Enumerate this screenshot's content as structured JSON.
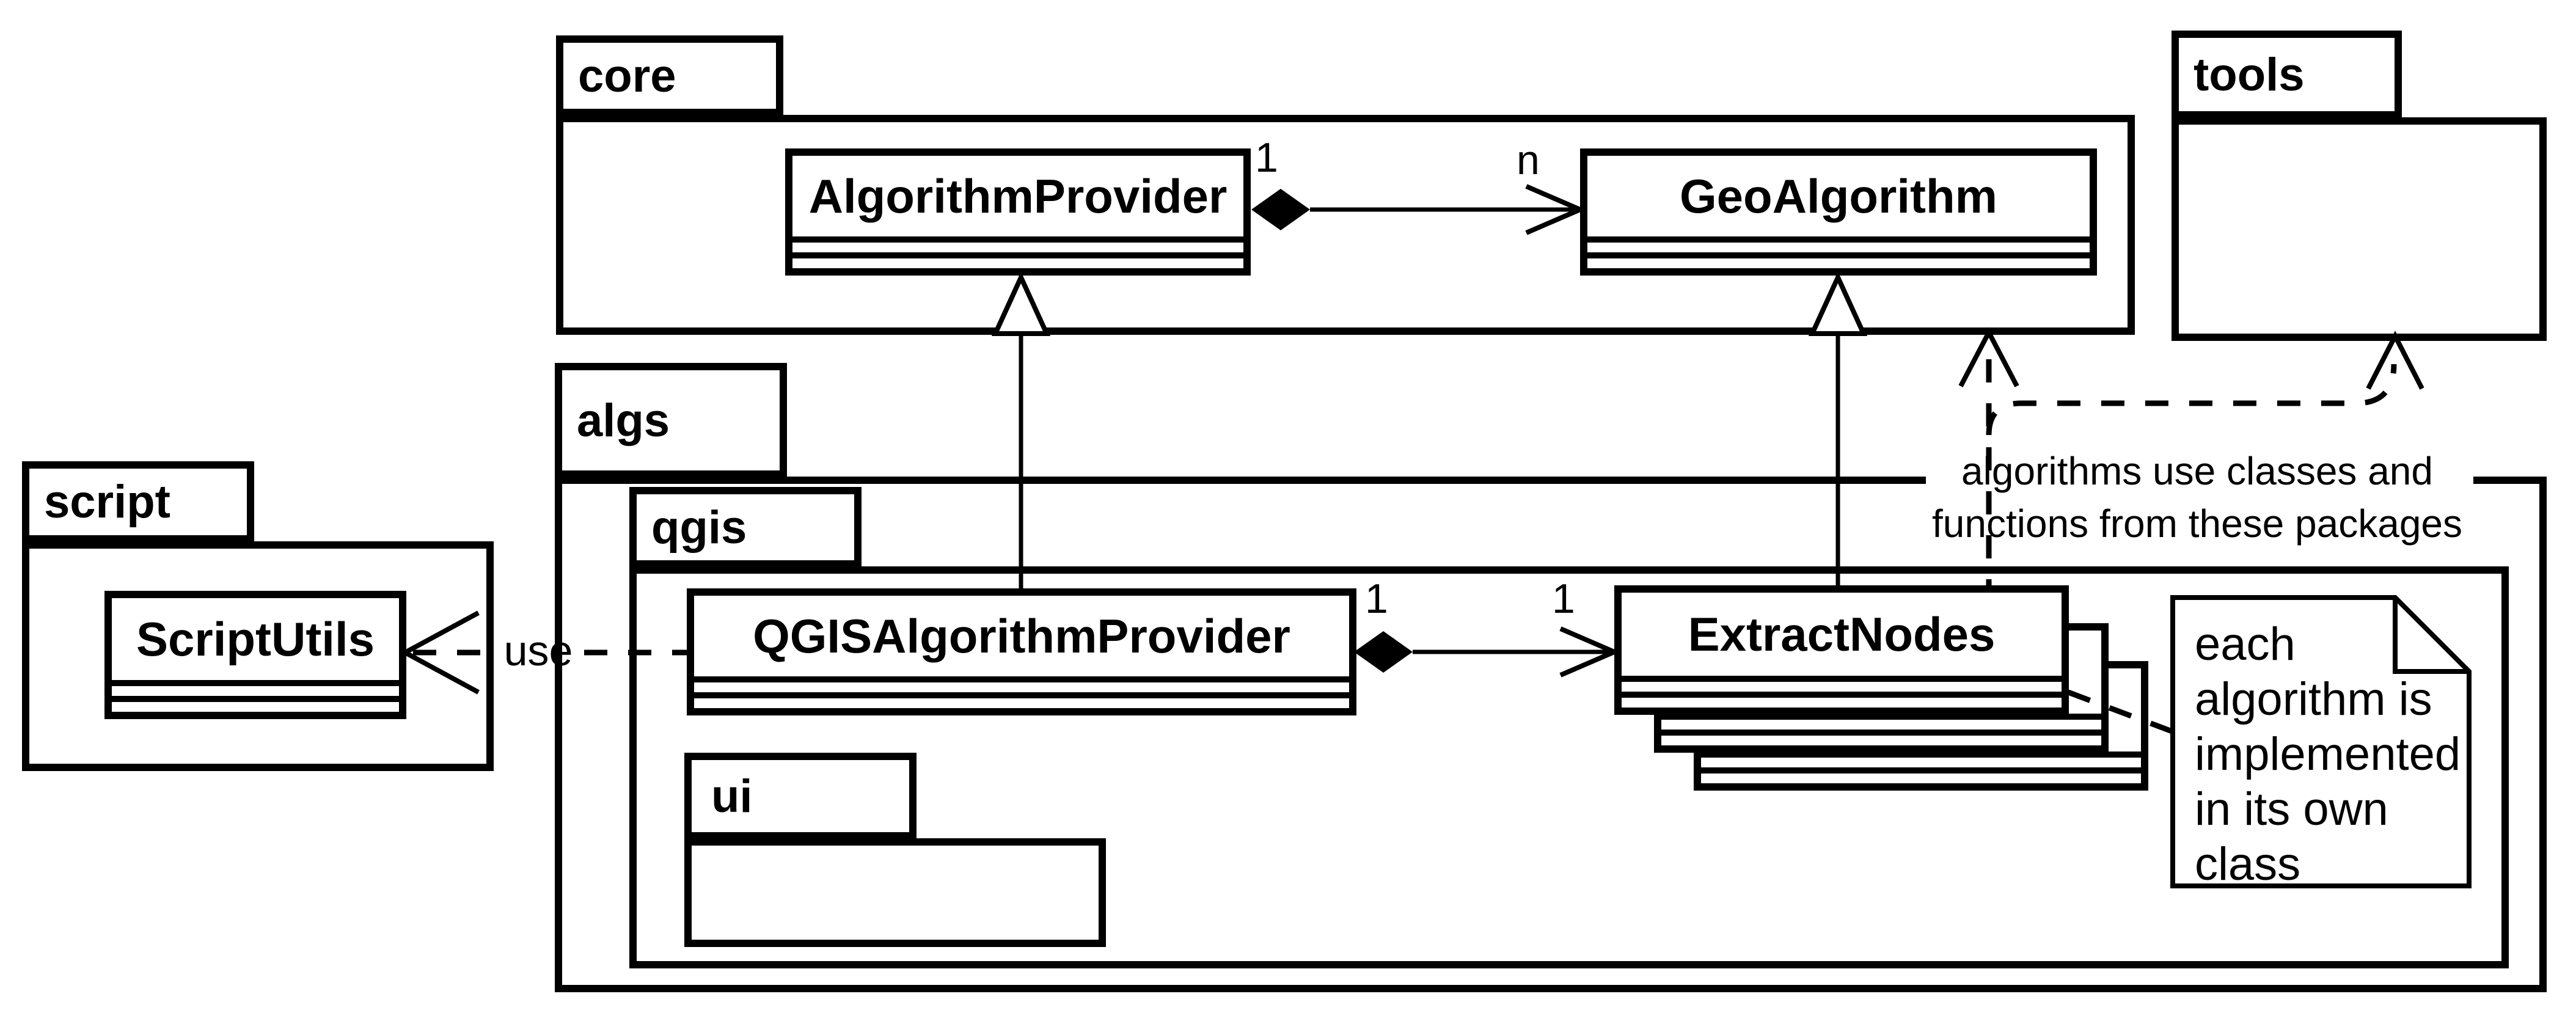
{
  "colors": {
    "ink": "#000000",
    "paper": "#ffffff"
  },
  "packages": {
    "core": {
      "label": "core"
    },
    "tools": {
      "label": "tools"
    },
    "algs": {
      "label": "algs"
    },
    "qgis": {
      "label": "qgis"
    },
    "script": {
      "label": "script"
    },
    "ui": {
      "label": "ui"
    }
  },
  "classes": {
    "algorithm_provider": {
      "name": "AlgorithmProvider"
    },
    "geo_algorithm": {
      "name": "GeoAlgorithm"
    },
    "qgis_algorithm_provider": {
      "name": "QGISAlgorithmProvider"
    },
    "extract_nodes": {
      "name": "ExtractNodes"
    },
    "script_utils": {
      "name": "ScriptUtils"
    }
  },
  "relationships": {
    "core_composition": {
      "source_multiplicity": "1",
      "target_multiplicity": "n"
    },
    "qgis_composition": {
      "source_multiplicity": "1",
      "target_multiplicity": "1"
    },
    "use_dependency": {
      "label": "use"
    }
  },
  "note": {
    "lines": [
      "each",
      "algorithm is",
      "implemented",
      "in its own",
      "class"
    ]
  },
  "annotation": {
    "line1": "algorithms use classes and",
    "line2": "functions from these packages"
  }
}
